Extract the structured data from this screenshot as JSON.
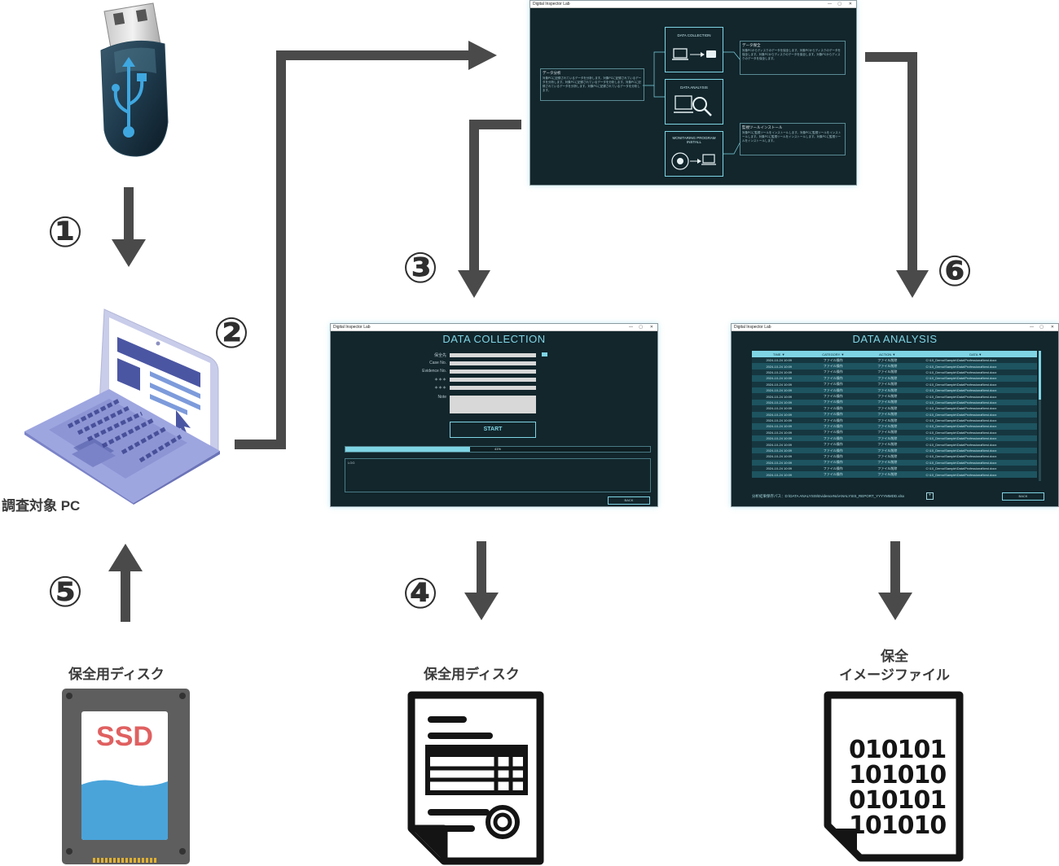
{
  "steps": [
    "①",
    "②",
    "③",
    "④",
    "⑤",
    "⑥"
  ],
  "labels": {
    "target_pc": "調査対象 PC",
    "disk_left": "保全用ディスク",
    "disk_mid": "保全用ディスク",
    "image_top": "保全",
    "image_bottom": "イメージファイル",
    "ssd": "SSD",
    "binary": [
      "010101",
      "101010",
      "010101",
      "101010"
    ]
  },
  "app": {
    "title": "Digital Inspector Lab",
    "min": "—",
    "max": "▢",
    "close": "✕"
  },
  "menu_window": {
    "data_collection": "DATA COLLECTION",
    "data_analysis": "DATA ANALYSIS",
    "monitoring": "MONITARING PROGRAM INSTALL",
    "note_left_title": "データ分析",
    "note_left_body": "対象PCに記録されているデータを分析します。対象PCに記録されているデータを分析します。対象PCに記録されているデータを分析します。対象PCに記録されているデータを分析します。対象PCに記録されているデータを分析します。",
    "note_right_title": "データ保全",
    "note_right_body": "対象PCからディスクのデータを保全します。対象PCからディスクのデータを保全します。対象PCからディスクのデータを保全します。対象PCからディスクのデータを保全します。",
    "note_bottom_title": "監視ツールインストール",
    "note_bottom_body": "対象PCに監視ツールをインストールします。対象PCに監視ツールをインストールします。対象PCに監視ツールをインストールします。対象PCに監視ツールをインストールします。"
  },
  "collection_window": {
    "heading": "DATA COLLECTION",
    "fields": [
      "保全先",
      "Case No.",
      "Evidence No.",
      "＊＊＊",
      "＊＊＊"
    ],
    "note_label": "Note",
    "start": "START",
    "progress_text": "41%",
    "progress": 0.41,
    "log_label": "LOG",
    "back": "BACK"
  },
  "analysis_window": {
    "heading": "DATA ANALYSIS",
    "columns": [
      "TIME",
      "CATEGORY",
      "ACTION",
      "DATA"
    ],
    "row": {
      "time": "2024-10-24 10:09",
      "category": "ファイル操作",
      "action": "ファイル削除",
      "data": "C:\\10_Demo\\Sample\\Data\\Professional\\test.docx"
    },
    "row_count": 20,
    "save_path": "分析結果保存パス：D:\\DATA ANALYSIS\\EvidenceNo\\ANALYSIS_REPORT_YYYYMMDD.xlsx",
    "plus": "+",
    "back": "BACK"
  }
}
